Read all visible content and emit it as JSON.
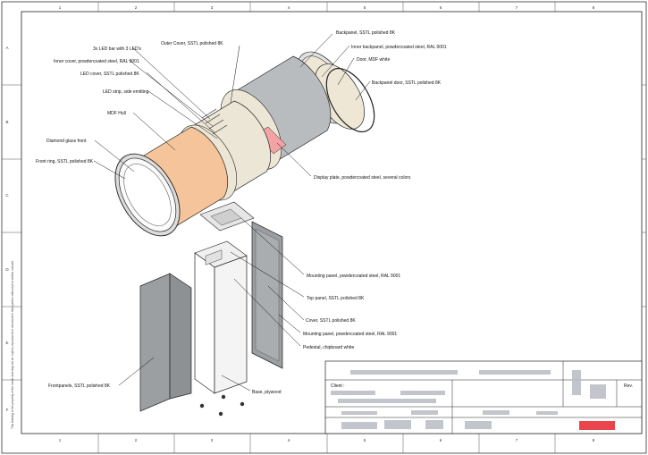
{
  "drawing": {
    "zones_top": [
      "1",
      "2",
      "3",
      "4",
      "5",
      "6",
      "7",
      "8"
    ],
    "zones_bottom": [
      "1",
      "2",
      "3",
      "4",
      "5",
      "6",
      "7",
      "8"
    ],
    "zones_left": [
      "A",
      "B",
      "C",
      "D",
      "E",
      "F"
    ],
    "side_note": "This drawing is the property of the owner and may not be copied, reproduced or disclosed to third parties without prior written consent"
  },
  "labels": {
    "outer_cover": "Outer Cover, SSTL polished 8K",
    "led_bar": "3x LED bar with 3 LED's",
    "inner_cover": "Inner cover, powdercoated steel, RAL 9001",
    "led_cover": "LED cover, SSTL polished 8K",
    "led_strip": "LED strip, side emitting",
    "mdf_hull": "MDF Hull",
    "diamond_glass": "Diamond glass front",
    "front_ring": "Front ring, SSTL polished 8K",
    "backpanel": "Backpanel, SSTL polished 8K",
    "inner_backpanel": "Inner backpanel, powdercoated steel, RAL 9001",
    "door": "Door, MDF white",
    "backpanel_door": "Backpanel door, SSTL polished 8K",
    "display_plate": "Display plate, powdercoated steel, several colors",
    "mounting_panel_top": "Mounting panel, powdercoated steel, RAL 9001",
    "top_panel": "Top panel, SSTL polished 8K",
    "cover": "Cover, SSTL polished 8K",
    "mounting_panel_side": "Mounting panel, powdercoated steel, RAL 9001",
    "pedestal": "Pedestal, chipboard white",
    "base": "Base, plywood",
    "frontpanels": "Frontpanels, SSTL polished 8K"
  },
  "title_block": {
    "client_label": "Client :",
    "rev_label": "Rev."
  },
  "colors": {
    "mdf_hull": "#f5c49a",
    "display_plate": "#f2a3a3",
    "outer_cover": "#b9bcbe",
    "door": "#efe7d6",
    "panel_grey": "#9b9fa2",
    "inner_cover": "#ece6d6",
    "redacted_red": "#e8313a"
  }
}
